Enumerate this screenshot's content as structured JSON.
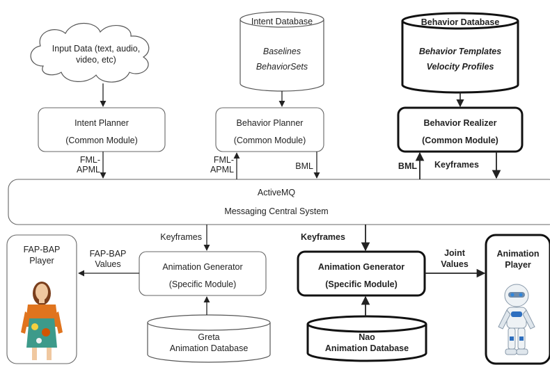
{
  "input_data": {
    "line1": "Input Data (text, audio,",
    "line2": "video, etc)"
  },
  "intent_database": {
    "title": "Intent Database",
    "item1": "Baselines",
    "item2": "BehaviorSets"
  },
  "behavior_database": {
    "title": "Behavior Database",
    "item1": "Behavior Templates",
    "item2": "Velocity Profiles"
  },
  "intent_planner": {
    "title": "Intent Planner",
    "subtitle": "(Common Module)"
  },
  "behavior_planner": {
    "title": "Behavior Planner",
    "subtitle": "(Common Module)"
  },
  "behavior_realizer": {
    "title": "Behavior Realizer",
    "subtitle": "(Common Module)"
  },
  "labels": {
    "fml_apml_left": {
      "line1": "FML-",
      "line2": "APML"
    },
    "fml_apml_mid": {
      "line1": "FML-",
      "line2": "APML"
    },
    "bml_mid": "BML",
    "bml_right": "BML",
    "keyframes_right": "Keyframes",
    "keyframes_left_lower": "Keyframes",
    "keyframes_right_lower": "Keyframes",
    "fap_bap_values": {
      "line1": "FAP-BAP",
      "line2": "Values"
    },
    "joint_values": {
      "line1": "Joint",
      "line2": "Values"
    }
  },
  "activemq": {
    "title": "ActiveMQ",
    "subtitle": "Messaging Central System"
  },
  "fap_bap_player": {
    "line1": "FAP-BAP",
    "line2": "Player"
  },
  "animation_generator_greta": {
    "title": "Animation Generator",
    "subtitle": "(Specific Module)"
  },
  "animation_generator_nao": {
    "title": "Animation  Generator",
    "subtitle": "(Specific Module)"
  },
  "animation_player": {
    "line1": "Animation",
    "line2": "Player"
  },
  "greta_db": {
    "line1": "Greta",
    "line2": "Animation Database"
  },
  "nao_db": {
    "line1": "Nao",
    "line2": "Animation  Database"
  }
}
